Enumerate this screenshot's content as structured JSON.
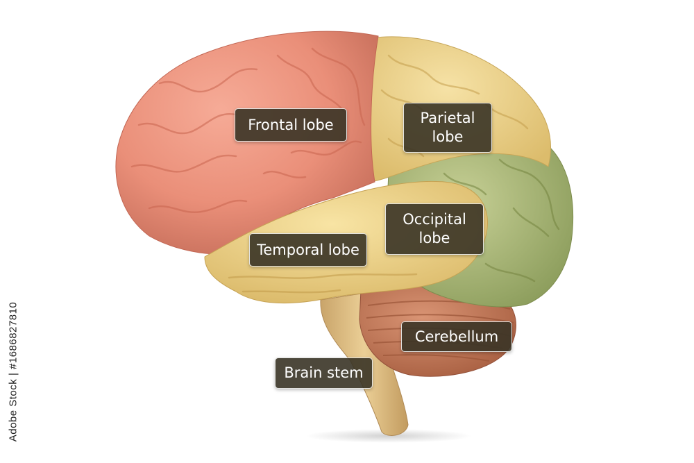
{
  "labels": {
    "frontal": "Frontal lobe",
    "parietal": "Parietal\nlobe",
    "occipital": "Occipital\nlobe",
    "temporal": "Temporal lobe",
    "cerebellum": "Cerebellum",
    "brain_stem": "Brain stem"
  },
  "watermark_id": "Adobe Stock | #1686827810",
  "colors": {
    "frontal": "#e98f7b",
    "parietal": "#ecd18a",
    "occipital": "#a9b97a",
    "temporal": "#efd487",
    "cerebellum": "#c87a5a",
    "brain_stem": "#dcbc82",
    "label_bg": "#3a3426",
    "label_text": "#ffffff"
  }
}
